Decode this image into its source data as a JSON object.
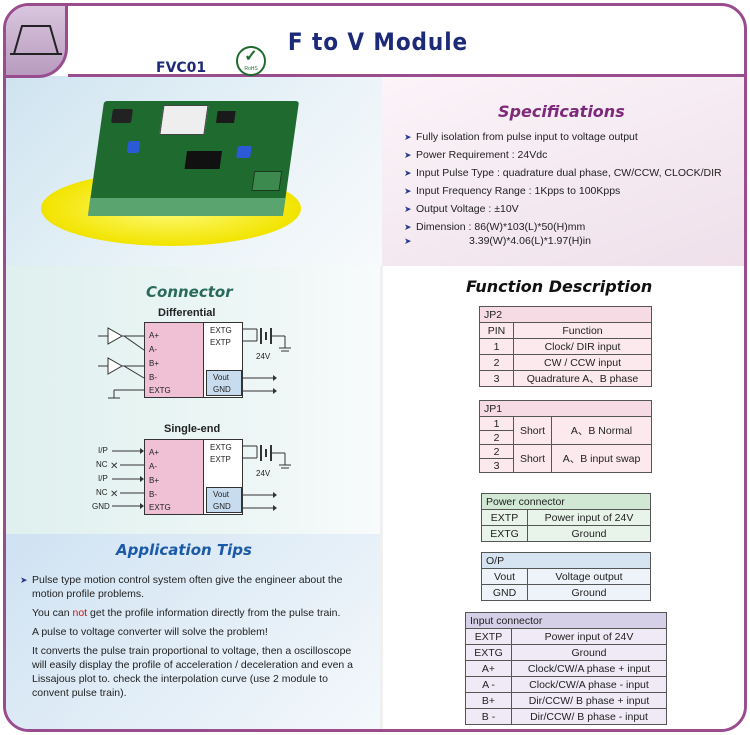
{
  "title": "F to V Module",
  "model": "FVC01",
  "rohs": "RoHS",
  "specifications": {
    "heading": "Specifications",
    "items": [
      "Fully isolation from pulse input to voltage output",
      "Power Requirement : 24Vdc",
      "Input Pulse Type : quadrature dual phase, CW/CCW, CLOCK/DIR",
      "Input Frequency Range : 1Kpps to 100Kpps",
      "Output Voltage : ±10V",
      "Dimension : 86(W)*103(L)*50(H)mm",
      "3.39(W)*4.06(L)*1.97(H)in"
    ]
  },
  "connector": {
    "heading": "Connector",
    "diff_title": "Differential",
    "single_title": "Single-end",
    "inputs_diff": [
      "A+",
      "A-",
      "B+",
      "B-",
      "EXTG"
    ],
    "inputs_single": [
      "A+",
      "A-",
      "B+",
      "B-",
      "EXTG"
    ],
    "single_left": [
      "I/P",
      "NC",
      "I/P",
      "NC",
      "GND"
    ],
    "right_top": [
      "EXTG",
      "EXTP"
    ],
    "right_bot": [
      "Vout",
      "GND"
    ],
    "voltage": "24V"
  },
  "tips": {
    "heading": "Application Tips",
    "p1": "Pulse type motion control system often give the engineer about the motion profile problems.",
    "p2a": "You can ",
    "p2b": "not",
    "p2c": " get the profile information directly from the pulse train.",
    "p3": "A pulse to voltage converter will solve the problem!",
    "p4": "It converts the pulse train proportional to voltage, then a oscilloscope  will easily display the profile of acceleration / deceleration and even a Lissajous plot to. check the interpolation curve  (use 2 module to convent pulse train)."
  },
  "func": {
    "heading": "Function Description",
    "jp2": {
      "title": "JP2",
      "h1": "PIN",
      "h2": "Function",
      "rows": [
        [
          "1",
          "Clock/ DIR input"
        ],
        [
          "2",
          "CW / CCW input"
        ],
        [
          "3",
          "Quadrature A、B phase"
        ]
      ]
    },
    "jp1": {
      "title": "JP1",
      "r1a": "1",
      "r1b": "2",
      "r2a": "2",
      "r2b": "3",
      "short": "Short",
      "f1": "A、B Normal",
      "f2": "A、B input swap"
    },
    "pc": {
      "title": "Power connector",
      "rows": [
        [
          "EXTP",
          "Power input of 24V"
        ],
        [
          "EXTG",
          "Ground"
        ]
      ]
    },
    "op": {
      "title": "O/P",
      "rows": [
        [
          "Vout",
          "Voltage output"
        ],
        [
          "GND",
          "Ground"
        ]
      ]
    },
    "ic": {
      "title": "Input connector",
      "rows": [
        [
          "EXTP",
          "Power input of 24V"
        ],
        [
          "EXTG",
          "Ground"
        ],
        [
          "A+",
          "Clock/CW/A phase + input"
        ],
        [
          "A -",
          "Clock/CW/A phase - input"
        ],
        [
          "B+",
          "Dir/CCW/ B phase + input"
        ],
        [
          "B -",
          "Dir/CCW/ B phase - input"
        ]
      ]
    }
  }
}
